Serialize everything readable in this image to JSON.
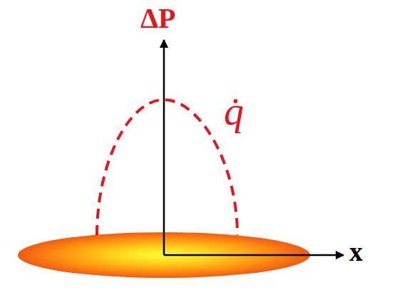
{
  "diagram": {
    "labels": [
      "ΔP",
      "q̇",
      "x"
    ]
  }
}
